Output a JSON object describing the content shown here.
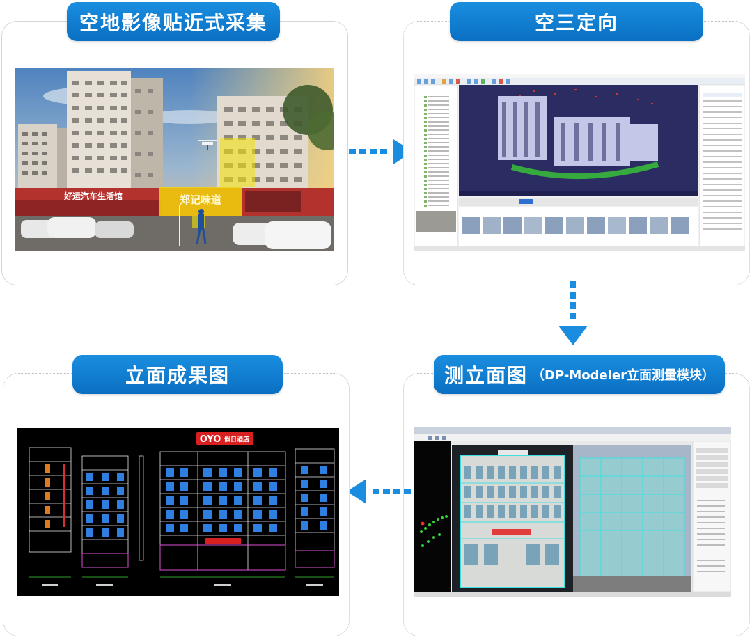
{
  "steps": [
    {
      "title": "空地影像贴近式采集",
      "sub": ""
    },
    {
      "title": "空三定向",
      "sub": ""
    },
    {
      "title": "测立面图",
      "sub": "（DP-Modeler立面测量模块）"
    },
    {
      "title": "立面成果图",
      "sub": ""
    }
  ],
  "photo": {
    "sign_main": "郑记味道",
    "sign_left": "好运汽车生活馆"
  },
  "drawing": {
    "logo": "OYO",
    "logo_text": "假日酒店"
  },
  "colors": {
    "accent": "#0a7fd6",
    "arrow": "#1b8de0"
  }
}
